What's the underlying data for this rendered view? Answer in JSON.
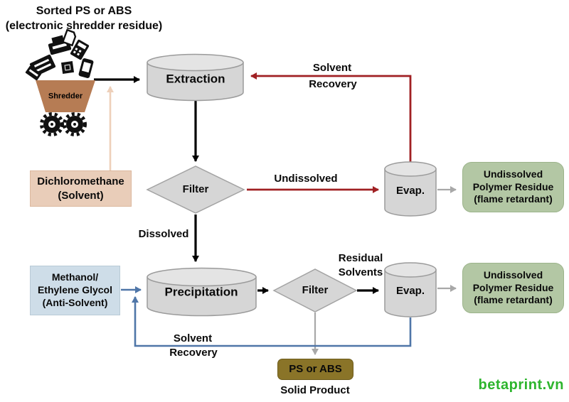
{
  "header": {
    "title_line1": "Sorted PS or ABS",
    "title_line2": "(electronic shredder residue)"
  },
  "shredder": {
    "label": "Shredder"
  },
  "process": {
    "extraction_label": "Extraction",
    "filter_top_label": "Filter",
    "filter_bottom_label": "Filter",
    "evap_top_label": "Evap.",
    "evap_bottom_label": "Evap.",
    "precipitation_label": "Precipitation"
  },
  "inputs": {
    "solvent_box": {
      "line1": "Dichloromethane",
      "line2": "(Solvent)"
    },
    "antisolvent_box": {
      "line1": "Methanol/",
      "line2": "Ethylene Glycol",
      "line3": "(Anti-Solvent)"
    }
  },
  "outputs": {
    "residue_top": {
      "line1": "Undissolved",
      "line2": "Polymer Residue",
      "line3": "(flame retardant)"
    },
    "residue_bottom": {
      "line1": "Undissolved",
      "line2": "Polymer Residue",
      "line3": "(flame retardant)"
    },
    "product_box": "PS or ABS",
    "product_caption": "Solid Product"
  },
  "flow_labels": {
    "solvent_recovery_top_line1": "Solvent",
    "solvent_recovery_top_line2": "Recovery",
    "undissolved": "Undissolved",
    "dissolved": "Dissolved",
    "residual_line1": "Residual",
    "residual_line2": "Solvents",
    "solvent_recovery_bottom_line1": "Solvent",
    "solvent_recovery_bottom_line2": "Recovery"
  },
  "watermark": "betaprint.vn",
  "colors": {
    "red_arrow": "#a02023",
    "blue_arrow": "#4f76a8",
    "black_arrow": "#000000",
    "gray_arrow": "#a8a8a8",
    "peach_arrow": "#eed0ba",
    "solvent_box_bg": "#e9cdb9",
    "antisolvent_box_bg": "#cedde8",
    "residue_box_bg": "#b3c7a4",
    "product_box_bg": "#8a7428",
    "cylinder_bg": "#d6d6d6",
    "shredder_cart": "#b67c54",
    "watermark_green": "#2db52d"
  }
}
